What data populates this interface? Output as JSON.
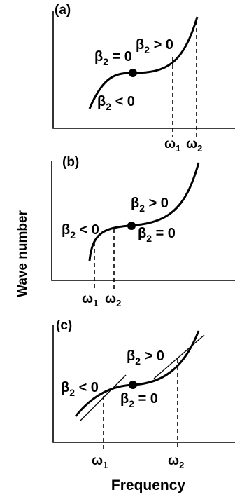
{
  "axes": {
    "ylabel": "Wave number",
    "xlabel": "Frequency"
  },
  "panels": [
    {
      "id": "a",
      "label": "(a)",
      "annotations": [
        {
          "text_b": "β",
          "text_sub": "2",
          "text_rel": " > 0"
        },
        {
          "text_b": "β",
          "text_sub": "2",
          "text_rel": " = 0"
        },
        {
          "text_b": "β",
          "text_sub": "2",
          "text_rel": " < 0"
        }
      ],
      "ticks": [
        {
          "sym": "ω",
          "sub": "1"
        },
        {
          "sym": "ω",
          "sub": "2"
        }
      ]
    },
    {
      "id": "b",
      "label": "(b)",
      "annotations": [
        {
          "text_b": "β",
          "text_sub": "2",
          "text_rel": " > 0"
        },
        {
          "text_b": "β",
          "text_sub": "2",
          "text_rel": " < 0"
        },
        {
          "text_b": "β",
          "text_sub": "2",
          "text_rel": " = 0"
        }
      ],
      "ticks": [
        {
          "sym": "ω",
          "sub": "1"
        },
        {
          "sym": "ω",
          "sub": "2"
        }
      ]
    },
    {
      "id": "c",
      "label": "(c)",
      "annotations": [
        {
          "text_b": "β",
          "text_sub": "2",
          "text_rel": " > 0"
        },
        {
          "text_b": "β",
          "text_sub": "2",
          "text_rel": " < 0"
        },
        {
          "text_b": "β",
          "text_sub": "2",
          "text_rel": " = 0"
        }
      ],
      "ticks": [
        {
          "sym": "ω",
          "sub": "1"
        },
        {
          "sym": "ω",
          "sub": "2"
        }
      ]
    }
  ]
}
